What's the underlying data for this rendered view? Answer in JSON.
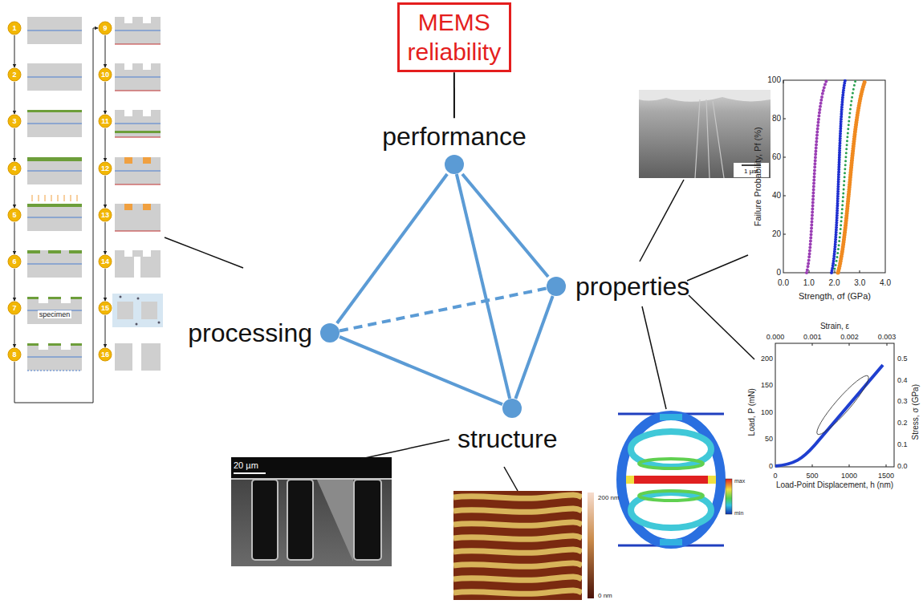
{
  "diagram": {
    "nodes": [
      {
        "text": [
          "MEMS reliability"
        ]
      },
      {
        "text": [
          "performance"
        ]
      },
      {
        "text": [
          "properties"
        ]
      },
      {
        "text": [
          "processing"
        ]
      },
      {
        "text": [
          "structure"
        ]
      }
    ],
    "edges": [
      {
        "from": 0,
        "to": 1,
        "arrow": "none"
      },
      {
        "from": 1,
        "to": 3,
        "arrow": "none"
      },
      {
        "from": 1,
        "to": 2,
        "arrow": "none"
      },
      {
        "from": 1,
        "to": 4,
        "arrow": "none"
      },
      {
        "from": 3,
        "to": 2,
        "arrow": "none"
      },
      {
        "from": 3,
        "to": 4,
        "arrow": "none"
      },
      {
        "from": 2,
        "to": 4,
        "arrow": "none"
      }
    ],
    "labels": [
      "1",
      "2",
      "3",
      "4",
      "5",
      "6",
      "7",
      "8",
      "9",
      "10",
      "11",
      "12",
      "13",
      "14",
      "15",
      "16",
      "specimen",
      "1 µm",
      "Failure Probability, Pf (%)",
      "100",
      "80",
      "60",
      "40",
      "20",
      "0",
      "0.0",
      "1.0",
      "2.0",
      "3.0",
      "4.0",
      "Strength, σf (GPa)",
      "Strain, ε",
      "0.000",
      "0.001",
      "0.002",
      "0.003",
      "Load, P (mN)",
      "200",
      "150",
      "100",
      "50",
      "0",
      "Stress, σ (GPa)",
      "0.5",
      "0.4",
      "0.3",
      "0.2",
      "0.1",
      "0.0",
      "Load-Point Displacement, h (nm)",
      "0",
      "500",
      "1000",
      "1500",
      "max",
      "min",
      "20 µm",
      "200 nm",
      "0 nm"
    ]
  }
}
